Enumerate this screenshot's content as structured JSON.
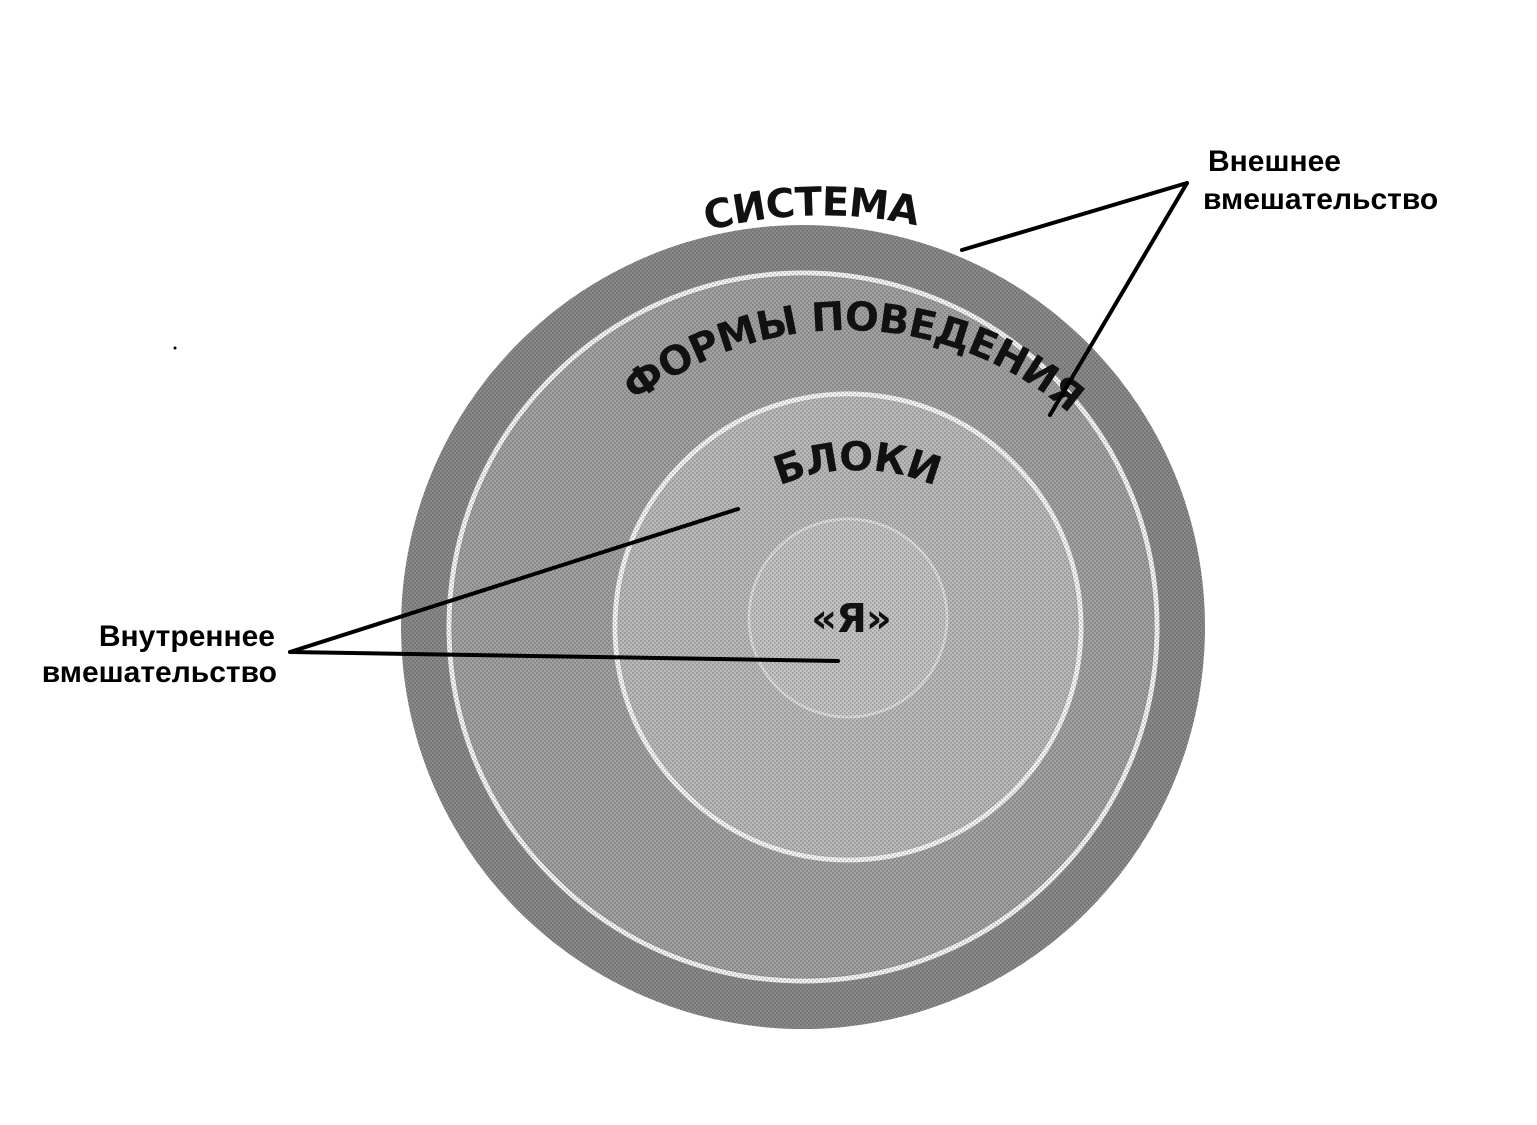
{
  "rings": {
    "outer": "СИСТЕМА",
    "second": "ФОРМЫ ПОВЕДЕНИЯ",
    "third": "БЛОКИ",
    "center": "«Я»"
  },
  "callouts": {
    "external": {
      "line1": "Внешнее",
      "line2": "вмешательство"
    },
    "internal": {
      "line1": "Внутреннее",
      "line2": "вмешательство"
    }
  },
  "colors": {
    "background": "#ffffff",
    "ink": "#000000",
    "ring_outer": "#8a8a8a",
    "ring_second": "#a2a2a2",
    "ring_third": "#bababa",
    "ring_center": "#c4c4c4",
    "separator": "#f4f4f4"
  }
}
